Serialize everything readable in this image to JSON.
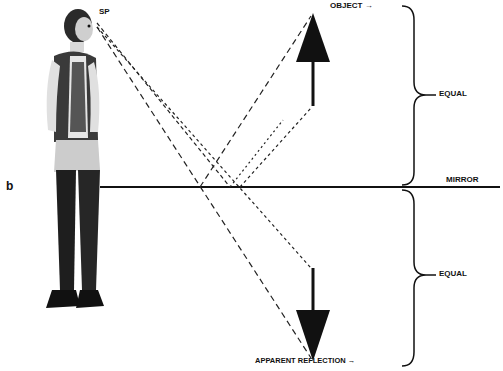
{
  "diagram": {
    "labels": [
      "OBJECT →",
      "SP",
      "EQUAL",
      "MIRROR",
      "b",
      "EQUAL",
      "APPARENT REFLECTION →"
    ]
  }
}
